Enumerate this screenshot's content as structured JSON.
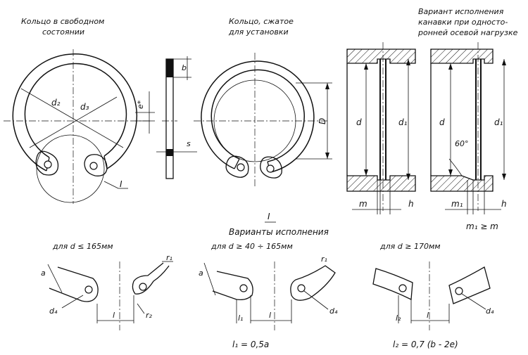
{
  "labels": {
    "free_ring_title": [
      "Кольцо в свободном",
      "состоянии"
    ],
    "compressed_ring_title": [
      "Кольцо, сжатое",
      "для установки"
    ],
    "groove_variant_title": [
      "Вариант исполнения",
      "канавки при односто-",
      "ронней осевой нагрузке"
    ],
    "variants_title": "Варианты исполнения",
    "roman_one": "I",
    "view_label": "I",
    "case1": "для  d ≤ 165мм",
    "case2": "для  d ≥ 40  ÷  165мм",
    "case3": "для  d ≥ 170мм",
    "formula1": "l₁ = 0,5a",
    "formula2": "l₂ = 0,7 (b - 2e)",
    "inequality": "m₁ ≥ m"
  },
  "dims": {
    "d2": "d₂",
    "d3": "d₃",
    "e_star": "e*",
    "b": "b",
    "s": "s",
    "D": "D",
    "d": "d",
    "d1": "d₁",
    "m": "m",
    "m1": "m₁",
    "h": "h",
    "angle": "60°",
    "a": "a",
    "d4": "d₄",
    "r1": "r₁",
    "r2": "r₂",
    "l": "l",
    "l1": "l₁",
    "l2": "l₂"
  }
}
